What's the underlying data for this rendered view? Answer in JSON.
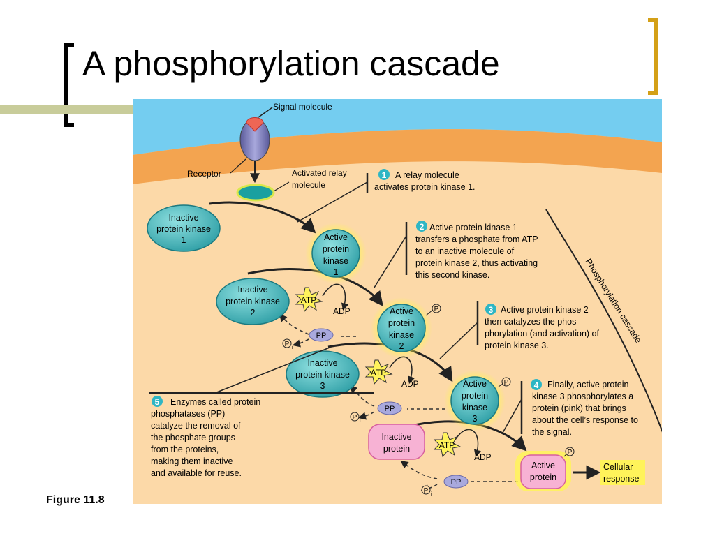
{
  "slide": {
    "title": "A phosphorylation cascade",
    "figure_label": "Figure 11.8"
  },
  "colors": {
    "extracellular": "#74cdf0",
    "cytoplasm": "#fcd9a8",
    "membrane": "#f3a450",
    "kinase": "#45bbbb",
    "glow": "#fff04a",
    "phosphatase": "#a9a9dd",
    "protein_pink": "#f7b2d4",
    "accent_bracket": "#d4a017",
    "step_badge": "#2fb6c4"
  },
  "labels": {
    "signal_molecule": "Signal molecule",
    "receptor": "Receptor",
    "relay_1": "Activated relay",
    "relay_2": "molecule",
    "cascade": "Phosphorylation cascade",
    "cellular_1": "Cellular",
    "cellular_2": "response",
    "atp": "ATP",
    "adp": "ADP",
    "pp": "PP",
    "p": "P",
    "i": "i"
  },
  "nodes": {
    "inactive_pk1": [
      "Inactive",
      "protein kinase",
      "1"
    ],
    "active_pk1": [
      "Active",
      "protein",
      "kinase",
      "1"
    ],
    "inactive_pk2": [
      "Inactive",
      "protein kinase",
      "2"
    ],
    "active_pk2": [
      "Active",
      "protein",
      "kinase",
      "2"
    ],
    "inactive_pk3": [
      "Inactive",
      "protein kinase",
      "3"
    ],
    "active_pk3": [
      "Active",
      "protein",
      "kinase",
      "3"
    ],
    "inactive_protein": [
      "Inactive",
      "protein"
    ],
    "active_protein": [
      "Active",
      "protein"
    ]
  },
  "steps": [
    {
      "num": "1",
      "lines": [
        "A relay molecule",
        "activates protein kinase 1."
      ]
    },
    {
      "num": "2",
      "lines": [
        "Active protein kinase 1",
        "transfers a phosphate from ATP",
        "to an inactive molecule of",
        "protein kinase 2, thus activating",
        "this second kinase."
      ]
    },
    {
      "num": "3",
      "lines": [
        "Active protein kinase 2",
        "then catalyzes the phos-",
        "phorylation (and activation) of",
        "protein kinase 3."
      ]
    },
    {
      "num": "4",
      "lines": [
        "Finally, active protein",
        "kinase 3 phosphorylates a",
        "protein (pink) that brings",
        "about the cell’s response to",
        "the signal."
      ]
    },
    {
      "num": "5",
      "lines": [
        "Enzymes called protein",
        "phosphatases (PP)",
        "catalyze the removal of",
        "the phosphate groups",
        "from the proteins,",
        "making them inactive",
        "and available for reuse."
      ]
    }
  ]
}
